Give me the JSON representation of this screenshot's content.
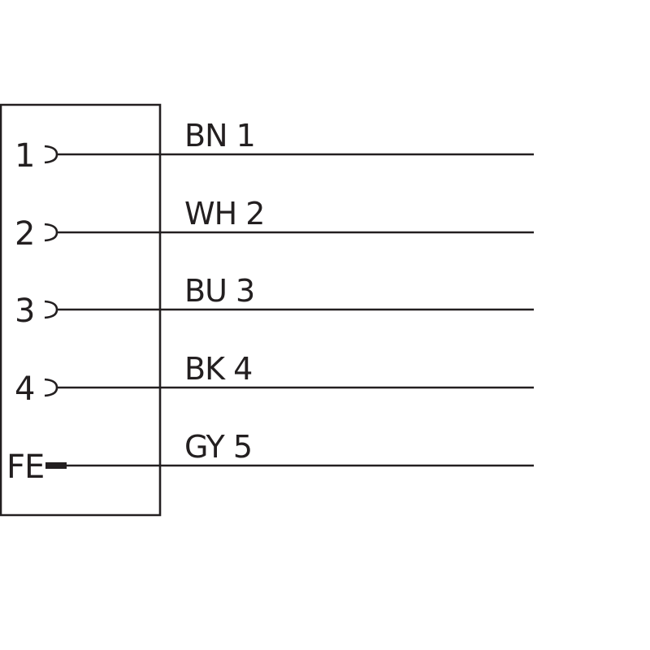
{
  "connector": {
    "pins": [
      {
        "pin_label": "1",
        "wire_label": "BN 1",
        "contact": "socket"
      },
      {
        "pin_label": "2",
        "wire_label": "WH 2",
        "contact": "socket"
      },
      {
        "pin_label": "3",
        "wire_label": "BU 3",
        "contact": "socket"
      },
      {
        "pin_label": "4",
        "wire_label": "BK 4",
        "contact": "socket"
      },
      {
        "pin_label": "FE",
        "wire_label": "GY 5",
        "contact": "ground-bar"
      }
    ]
  },
  "colors": {
    "ink": "#231f20",
    "background": "#ffffff"
  }
}
